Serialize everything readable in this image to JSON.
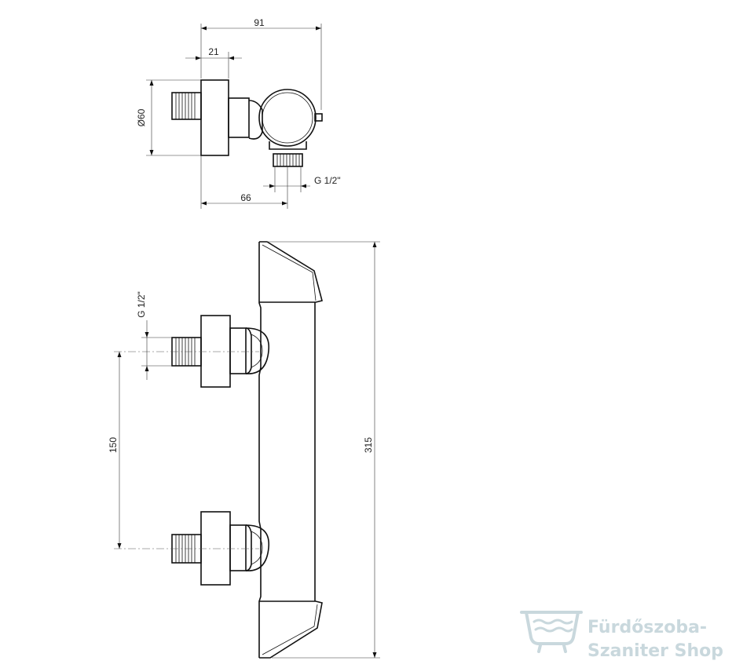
{
  "top_view": {
    "dim_overall_width": "91",
    "dim_flange_depth": "21",
    "dim_flange_diameter": "Ø60",
    "dim_outlet_offset": "66",
    "dim_outlet_thread": "G 1/2\""
  },
  "front_view": {
    "dim_inlet_thread": "G 1/2\"",
    "dim_inlet_spacing": "150",
    "dim_body_length": "315"
  },
  "watermark": {
    "line1": "Fürdőszoba-",
    "line2": "Szaniter Shop",
    "color": "#c9d8dd"
  }
}
